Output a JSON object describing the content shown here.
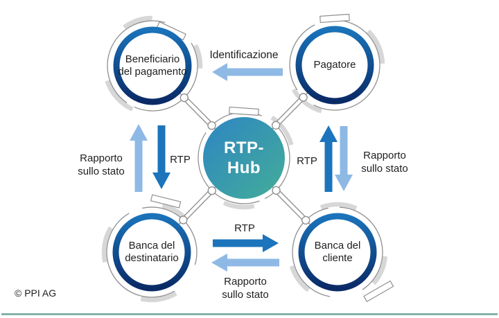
{
  "diagram": {
    "hub": {
      "line1": "RTP-",
      "line2": "Hub"
    },
    "entities": {
      "beneficiario": {
        "line1": "Beneficiario",
        "line2": "del pagamento"
      },
      "pagatore": {
        "line1": "Pagatore",
        "line2": ""
      },
      "destinatario": {
        "line1": "Banca del",
        "line2": "destinatario"
      },
      "cliente": {
        "line1": "Banca del",
        "line2": "cliente"
      }
    },
    "labels": {
      "identificazione": "Identificazione",
      "rtp": "RTP",
      "rapporto_line1": "Rapporto",
      "rapporto_line2": "sullo stato"
    }
  },
  "footer": {
    "copyright": "© PPI AG"
  },
  "colors": {
    "arrow_dark": "#1b74bc",
    "arrow_light": "#8fb9e5",
    "ring_top": "#1a73ba",
    "ring_bottom": "#0a2a66",
    "hub_start": "#2e85c3",
    "hub_end": "#43ad98",
    "thin_gray": "#8f8f8f",
    "arc_gray": "#d7d7d7",
    "accent_line": "#85b2aa",
    "text": "#1e1e1e"
  }
}
